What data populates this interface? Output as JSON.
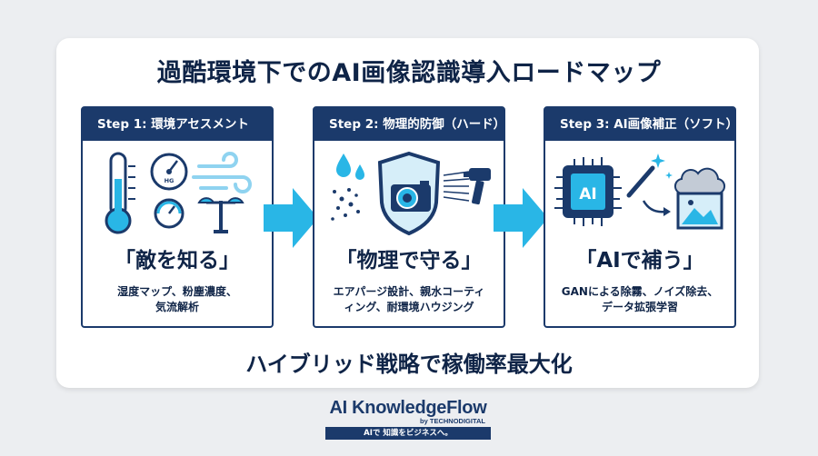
{
  "title": "過酷環境下でのAI画像認識導入ロードマップ",
  "steps": [
    {
      "header": "Step 1: 環境アセスメント",
      "heading": "「敵を知る」",
      "desc_line1": "湿度マップ、粉塵濃度、",
      "desc_line2": "気流解析",
      "gauge_label": "HG"
    },
    {
      "header": "Step 2: 物理的防御（ハード）",
      "heading": "「物理で守る」",
      "desc_line1": "エアパージ設計、親水コーティ",
      "desc_line2": "ィング、耐環境ハウジング"
    },
    {
      "header": "Step 3: AI画像補正（ソフト）",
      "heading": "「AIで補う」",
      "desc_line1": "GANによる除霧、ノイズ除去、",
      "desc_line2": "データ拡張学習",
      "chip_label": "AI"
    }
  ],
  "bottom_text": "ハイブリッド戦略で稼働率最大化",
  "logo": {
    "main": "AI KnowledgeFlow",
    "by": "by TECHNODIGITAL",
    "tagline": "AIで 知識をビジネスへ。"
  },
  "colors": {
    "navy": "#1b3a6b",
    "accent": "#29b6e6",
    "light_blue": "#8fd3f0"
  }
}
